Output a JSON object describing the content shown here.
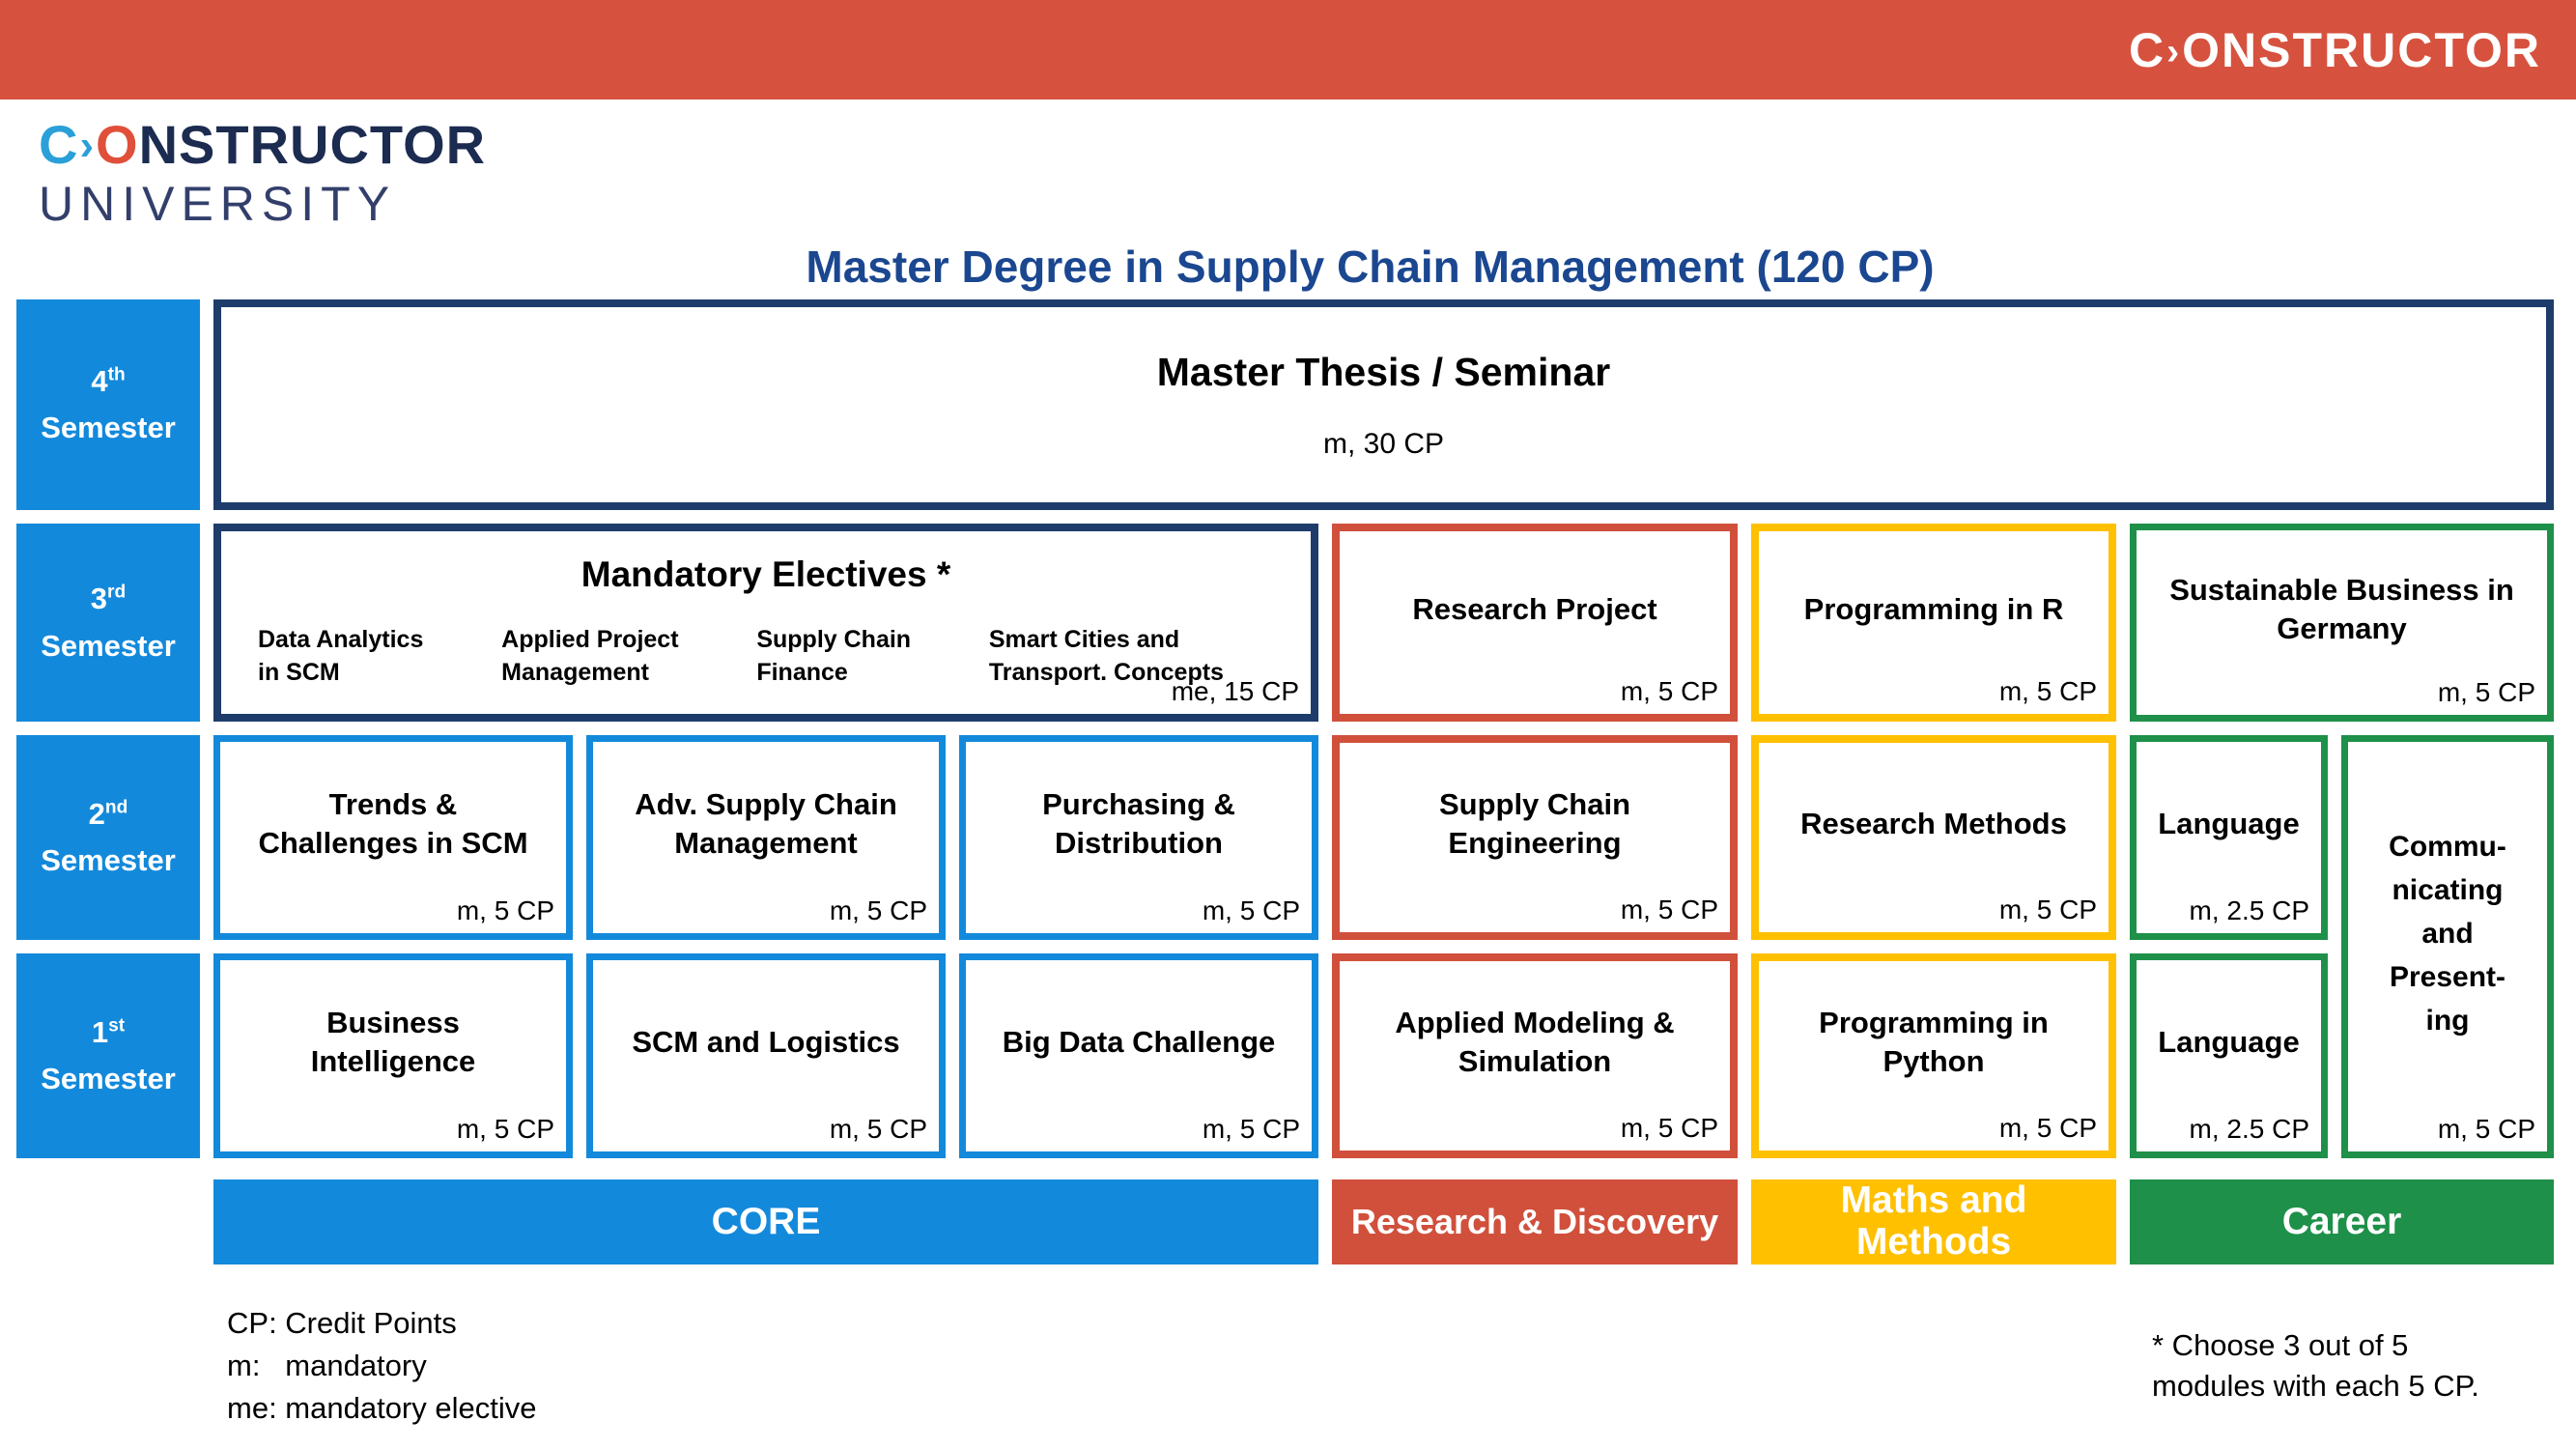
{
  "logo": {
    "c": "C",
    "chevron": "›",
    "o": "O",
    "rest": "NSTRUCTOR",
    "banner_rest": "ONSTRUCTOR",
    "line2": "UNIVERSITY"
  },
  "title": "Master Degree in Supply Chain Management (120 CP)",
  "semesters": [
    {
      "num": "4",
      "sup": "th",
      "word": "Semester"
    },
    {
      "num": "3",
      "sup": "rd",
      "word": "Semester"
    },
    {
      "num": "2",
      "sup": "nd",
      "word": "Semester"
    },
    {
      "num": "1",
      "sup": "st",
      "word": "Semester"
    }
  ],
  "modules": {
    "thesis": {
      "title": "Master Thesis / Seminar",
      "credit": "m, 30 CP"
    },
    "electives": {
      "title": "Mandatory Electives *",
      "items": [
        "Data Analytics\nin SCM",
        "Applied Project\nManagement",
        "Supply Chain\nFinance",
        "Smart Cities and\nTransport. Concepts"
      ],
      "credit": "me, 15 CP"
    },
    "research_project": {
      "title": "Research Project",
      "credit": "m, 5 CP"
    },
    "programming_r": {
      "title": "Programming in R",
      "credit": "m, 5 CP"
    },
    "sustainable_business": {
      "title": "Sustainable Business in\nGermany",
      "credit": "m, 5 CP"
    },
    "trends": {
      "title": "Trends &\nChallenges in SCM",
      "credit": "m, 5 CP"
    },
    "adv_scm": {
      "title": "Adv. Supply Chain\nManagement",
      "credit": "m, 5 CP"
    },
    "purchasing": {
      "title": "Purchasing &\nDistribution",
      "credit": "m, 5 CP"
    },
    "sc_engineering": {
      "title": "Supply Chain\nEngineering",
      "credit": "m, 5 CP"
    },
    "research_methods": {
      "title": "Research Methods",
      "credit": "m, 5 CP"
    },
    "language_2nd": {
      "title": "Language",
      "credit": "m, 2.5 CP"
    },
    "communicating": {
      "title": "Commu-\nnicating\nand\nPresent-\ning",
      "credit": "m, 5 CP"
    },
    "business_intelligence": {
      "title": "Business\nIntelligence",
      "credit": "m, 5 CP"
    },
    "scm_logistics": {
      "title": "SCM and Logistics",
      "credit": "m, 5 CP"
    },
    "big_data": {
      "title": "Big Data Challenge",
      "credit": "m, 5 CP"
    },
    "applied_modeling": {
      "title": "Applied Modeling &\nSimulation",
      "credit": "m, 5 CP"
    },
    "programming_python": {
      "title": "Programming in\nPython",
      "credit": "m, 5 CP"
    },
    "language_1st": {
      "title": "Language",
      "credit": "m, 2.5 CP"
    }
  },
  "categories": {
    "core": "CORE",
    "research": "Research & Discovery",
    "maths": "Maths and\nMethods",
    "career": "Career"
  },
  "legend": {
    "line1": "CP: Credit Points",
    "line2": "m:   mandatory",
    "line3": "me: mandatory elective"
  },
  "footnote": "* Choose 3 out of 5\nmodules with each 5 CP.",
  "colors": {
    "header_red": "#D6523E",
    "blue": "#1389DB",
    "navy": "#1E3C6B",
    "red": "#D0503C",
    "yellow": "#FFC000",
    "green": "#1E9049",
    "title_blue": "#1B4790"
  }
}
